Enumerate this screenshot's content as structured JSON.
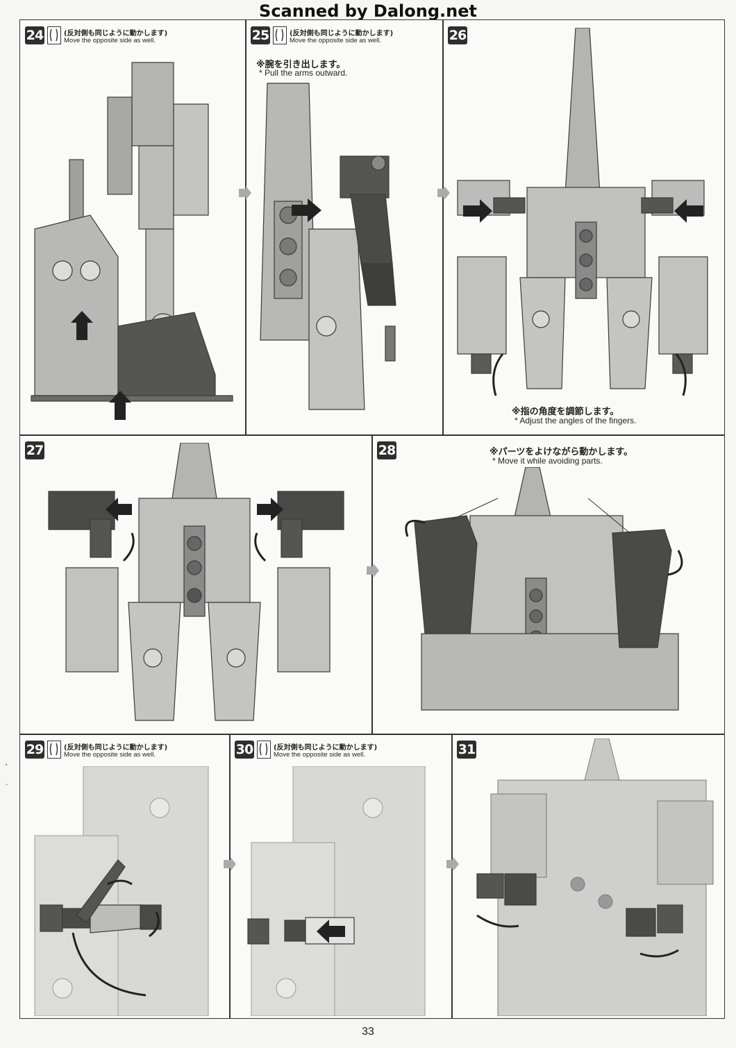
{
  "watermark": "Scanned by Dalong.net",
  "page_number": "33",
  "side_marks": [
    "'",
    "."
  ],
  "steps": [
    {
      "number": "24",
      "jp": "(反対側も同じように動かします)",
      "en": "Move the opposite side as well."
    },
    {
      "number": "25",
      "jp": "(反対側も同じように動かします)",
      "en": "Move the opposite side as well.",
      "note_jp": "※腕を引き出します。",
      "note_en": "* Pull the arms outward."
    },
    {
      "number": "26",
      "note_jp": "※指の角度を調節します。",
      "note_en": "* Adjust the angles of the fingers."
    },
    {
      "number": "27"
    },
    {
      "number": "28",
      "note_jp": "※パーツをよけながら動かします。",
      "note_en": "* Move it while avoiding parts."
    },
    {
      "number": "29",
      "jp": "(反対側も同じように動かします)",
      "en": "Move the opposite side as well."
    },
    {
      "number": "30",
      "jp": "(反対側も同じように動かします)",
      "en": "Move the opposite side as well."
    },
    {
      "number": "31"
    }
  ],
  "colors": {
    "part_light": "#c8c8c6",
    "part_mid": "#9a9a98",
    "part_dark": "#4a4a48",
    "faded": "#d8d8d6",
    "outline": "#3a3a38"
  },
  "icons": [
    "move-opposite-side-icon",
    "arrow-icon",
    "rotate-arrow-icon"
  ]
}
